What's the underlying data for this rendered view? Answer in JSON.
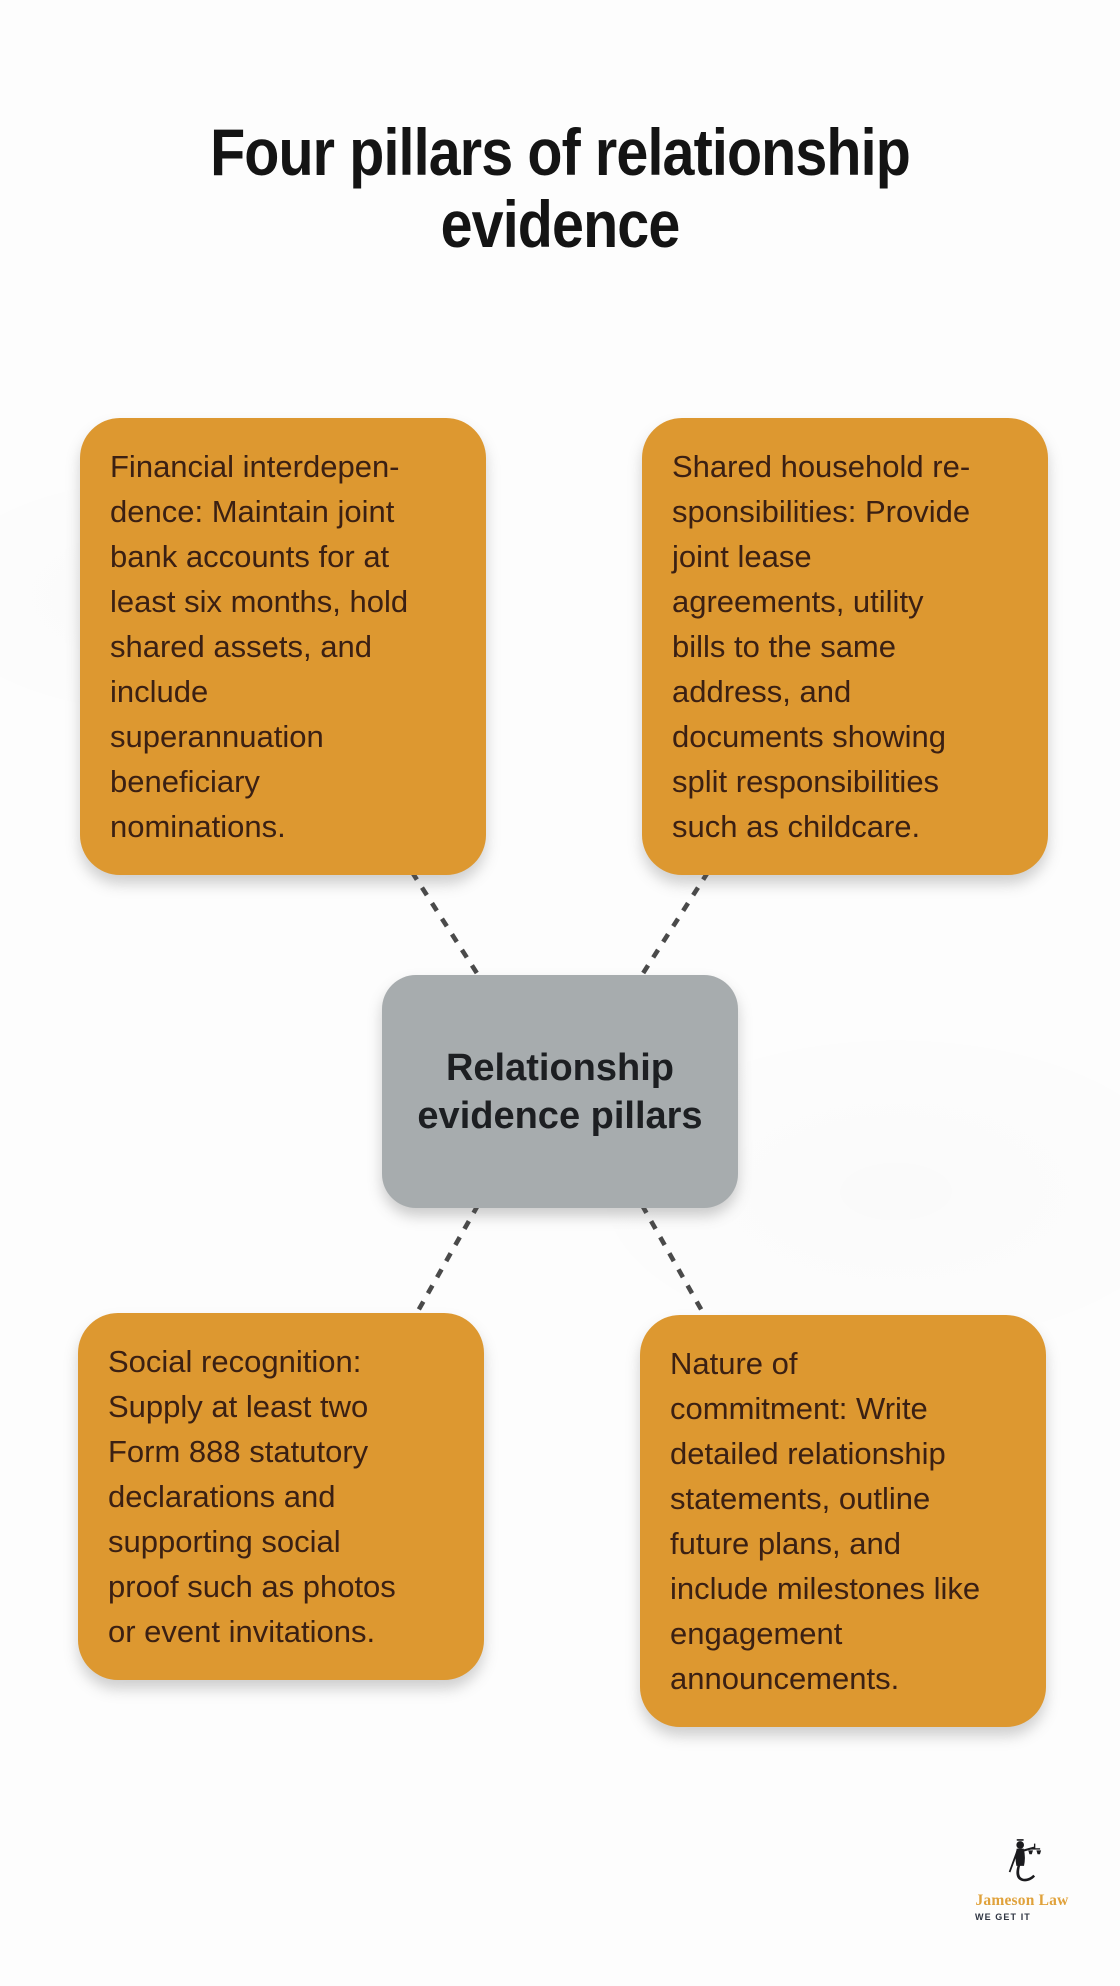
{
  "title": "Four pillars of relationship\nevidence",
  "center_node": {
    "label": "Relationship\nevidence pillars"
  },
  "pillars": [
    {
      "name": "financial-interdependence",
      "text": "Financial interdepen-\ndence: Maintain joint\nbank accounts for at\nleast six months, hold\nshared assets, and\ninclude\nsuperannuation\nbeneficiary\nnominations."
    },
    {
      "name": "shared-household-responsibilities",
      "text": "Shared household re-\nsponsibilities: Provide\njoint lease\nagreements, utility\nbills to the same\naddress, and\ndocuments showing\nsplit responsibilities\nsuch as childcare."
    },
    {
      "name": "social-recognition",
      "text": "Social recognition:\nSupply at least two\nForm 888 statutory\ndeclarations and\nsupporting social\nproof such as photos\nor event invitations."
    },
    {
      "name": "nature-of-commitment",
      "text": "Nature of\ncommitment: Write\ndetailed relationship\nstatements, outline\nfuture plans, and\ninclude milestones like\nengagement\nannouncements."
    }
  ],
  "logo": {
    "brand": "Jameson Law",
    "tagline": "WE GET IT",
    "icon": "lady-justice-icon"
  },
  "colors": {
    "pillar_background": "#DD9830",
    "pillar_text": "#3B2013",
    "center_background": "#A7ACAE",
    "center_text": "#1D1F22",
    "title_text": "#141414",
    "connector": "#4A4A4A",
    "brand_gold": "#E0A23C",
    "tagline": "#2F3542",
    "page_background": "#FDFDFD"
  }
}
